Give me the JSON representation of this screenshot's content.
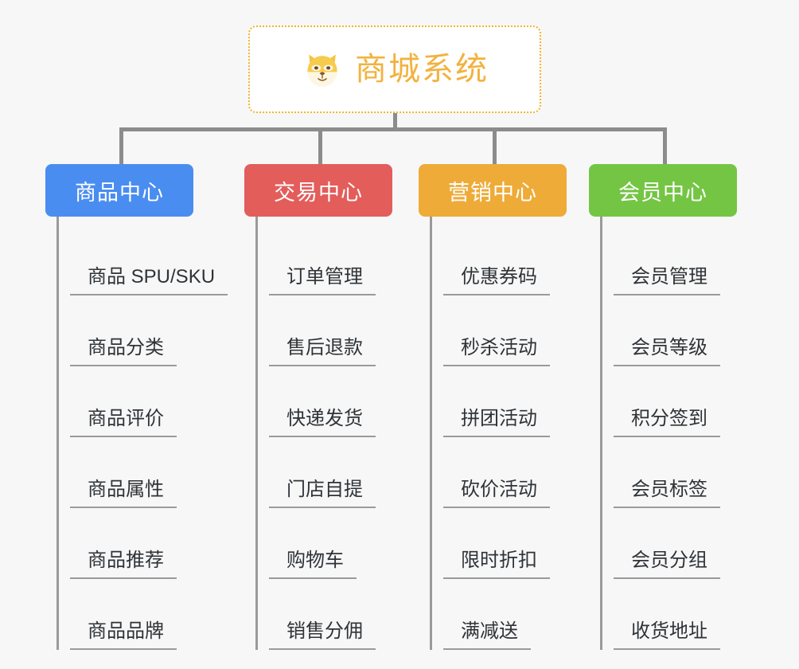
{
  "root": {
    "title": "商城系统",
    "icon": "shiba-dog-face-icon",
    "border_color": "#f0b429",
    "text_color": "#f2b23e",
    "background": "#ffffff"
  },
  "canvas": {
    "background": "#f7f7f7",
    "connector_color": "#8c8c8c",
    "leaf_line_color": "#9a9a9a",
    "leaf_text_color": "#2f3337"
  },
  "branches": [
    {
      "label": "商品中心",
      "color": "#4a8df0",
      "items": [
        "商品 SPU/SKU",
        "商品分类",
        "商品评价",
        "商品属性",
        "商品推荐",
        "商品品牌"
      ]
    },
    {
      "label": "交易中心",
      "color": "#e35d5b",
      "items": [
        "订单管理",
        "售后退款",
        "快递发货",
        "门店自提",
        "购物车",
        "销售分佣"
      ]
    },
    {
      "label": "营销中心",
      "color": "#eeab38",
      "items": [
        "优惠券码",
        "秒杀活动",
        "拼团活动",
        "砍价活动",
        "限时折扣",
        "满减送"
      ]
    },
    {
      "label": "会员中心",
      "color": "#74c544",
      "items": [
        "会员管理",
        "会员等级",
        "积分签到",
        "会员标签",
        "会员分组",
        "收货地址"
      ]
    }
  ]
}
